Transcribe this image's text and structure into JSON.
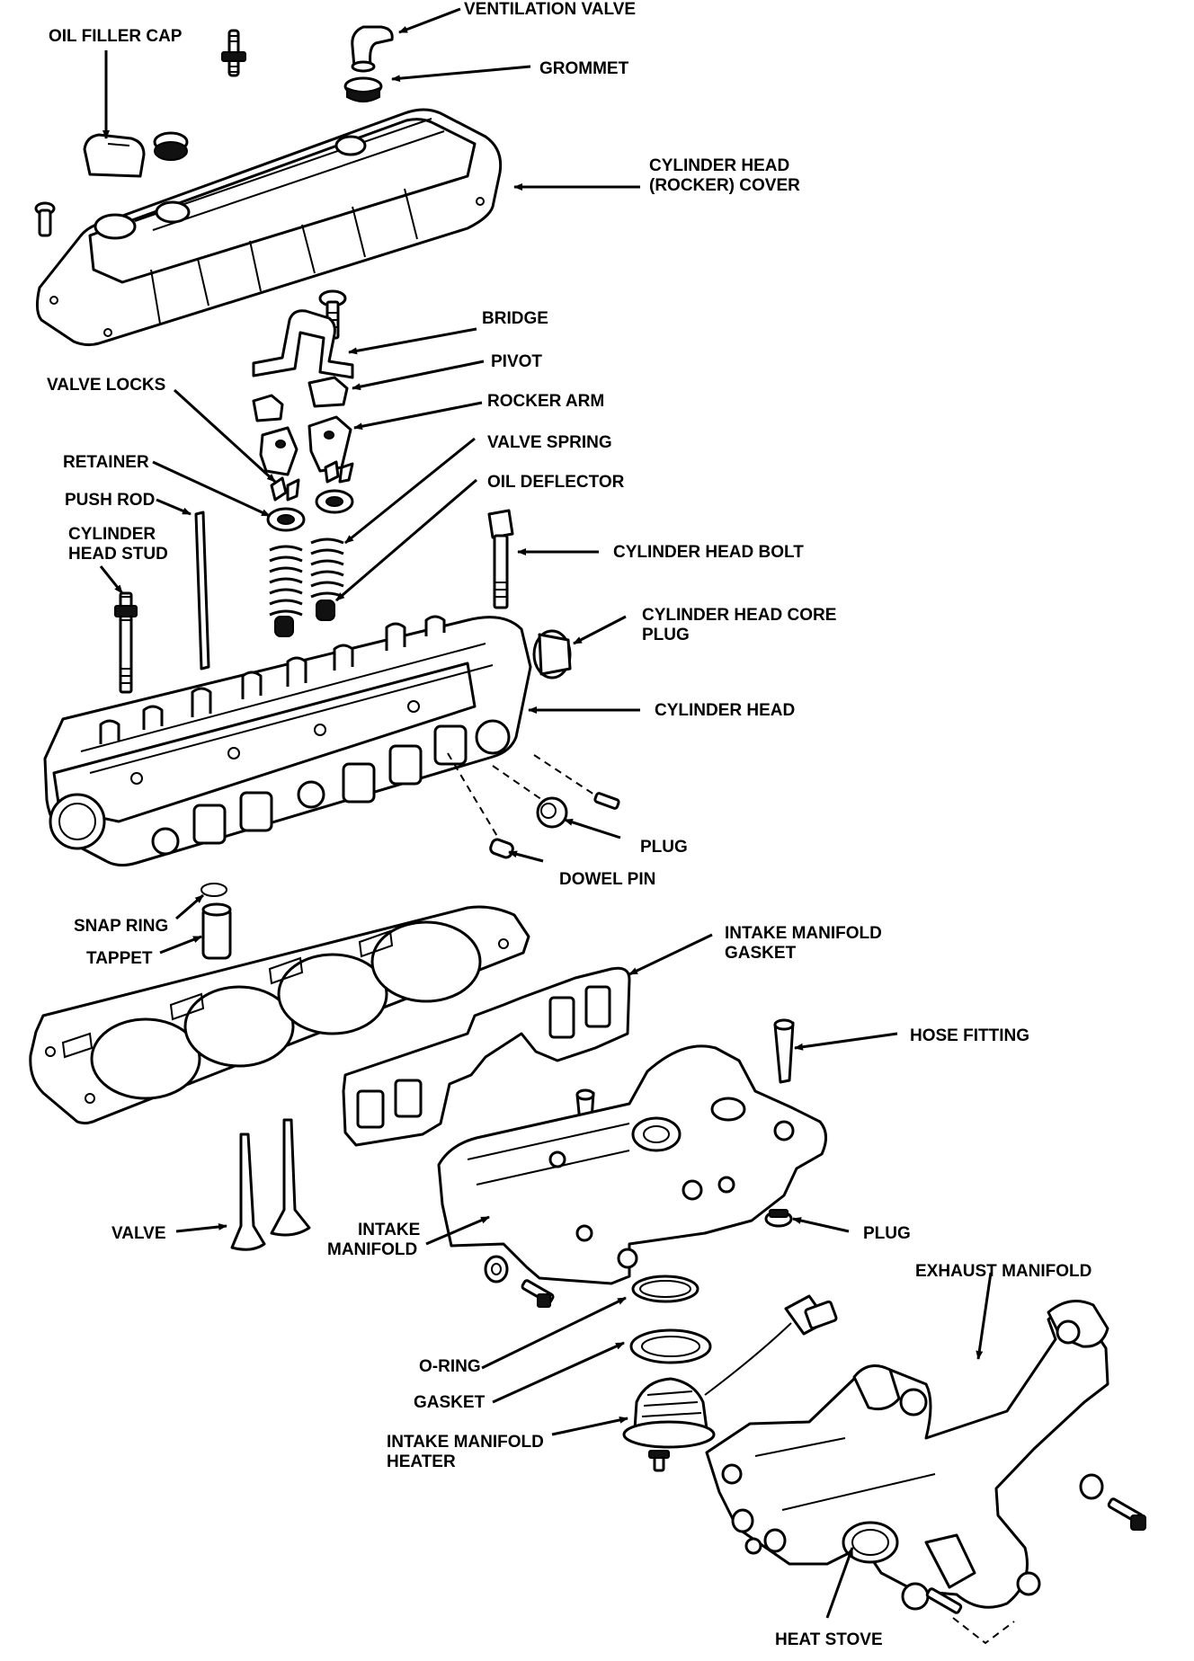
{
  "labels": {
    "ventilation_valve": "VENTILATION VALVE",
    "oil_filler_cap": "OIL FILLER CAP",
    "grommet": "GROMMET",
    "rocker_cover_1": "CYLINDER HEAD",
    "rocker_cover_2": "(ROCKER) COVER",
    "bridge": "BRIDGE",
    "pivot": "PIVOT",
    "valve_locks": "VALVE LOCKS",
    "rocker_arm": "ROCKER ARM",
    "retainer": "RETAINER",
    "valve_spring": "VALVE SPRING",
    "push_rod": "PUSH ROD",
    "oil_deflector": "OIL DEFLECTOR",
    "head_stud_1": "CYLINDER",
    "head_stud_2": "HEAD STUD",
    "head_bolt": "CYLINDER HEAD BOLT",
    "core_plug_1": "CYLINDER HEAD CORE",
    "core_plug_2": "PLUG",
    "cylinder_head": "CYLINDER HEAD",
    "plug_upper": "PLUG",
    "dowel_pin": "DOWEL PIN",
    "snap_ring": "SNAP RING",
    "tappet": "TAPPET",
    "intake_gasket_1": "INTAKE MANIFOLD",
    "intake_gasket_2": "GASKET",
    "hose_fitting": "HOSE FITTING",
    "valve": "VALVE",
    "intake_manifold_1": "INTAKE",
    "intake_manifold_2": "MANIFOLD",
    "plug_lower": "PLUG",
    "exhaust_manifold": "EXHAUST MANIFOLD",
    "o_ring": "O-RING",
    "gasket": "GASKET",
    "heater_1": "INTAKE MANIFOLD",
    "heater_2": "HEATER",
    "heat_stove": "HEAT STOVE"
  }
}
